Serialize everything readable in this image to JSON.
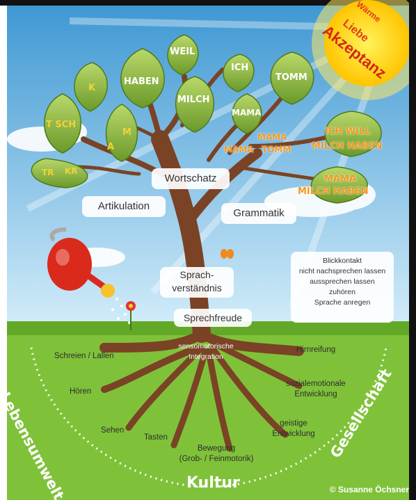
{
  "sun": {
    "lines": [
      "Wärme",
      "Liebe",
      "Akzeptanz"
    ]
  },
  "leaves": [
    {
      "text": "WEIL"
    },
    {
      "text": "ICH"
    },
    {
      "text": "TOMM"
    },
    {
      "text": "K"
    },
    {
      "text": "HABEN"
    },
    {
      "text": "MILCH"
    },
    {
      "text": "MAMA"
    },
    {
      "text": "T SCH"
    },
    {
      "text": "M"
    },
    {
      "text": "A"
    },
    {
      "text": "TR"
    },
    {
      "text": "KR"
    }
  ],
  "orange_words": [
    {
      "text": "MAMA"
    },
    {
      "text": "MAMA"
    },
    {
      "text": "TOMM"
    },
    {
      "text": "ICH WILL"
    },
    {
      "text": "MILCH HABEN"
    },
    {
      "text": "MAMA"
    },
    {
      "text": "MILCH HABEN"
    }
  ],
  "labels": {
    "wortschatz": "Wortschatz",
    "artikulation": "Artikulation",
    "grammatik": "Grammatik",
    "sprachverstaendnis_1": "Sprach-",
    "sprachverstaendnis_2": "verständnis",
    "sprechfreude": "Sprechfreude"
  },
  "tips": [
    "Blickkontakt",
    "nicht nachsprechen lassen",
    "aussprechen lassen",
    "zuhören",
    "Sprache anregen"
  ],
  "roots": {
    "sensomotorisch_1": "sensomotorische",
    "sensomotorisch_2": "Integration",
    "schreien": "Schreien / Lallen",
    "hoeren": "Hören",
    "sehen": "Sehen",
    "tasten": "Tasten",
    "bewegung_1": "Bewegung",
    "bewegung_2": "(Grob- / Feinmotorik)",
    "geistige_1": "geistige",
    "geistige_2": "Entwicklung",
    "sozial_1": "sozialemotionale",
    "sozial_2": "Entwicklung",
    "hirnreifung": "Hirnreifung"
  },
  "arc": {
    "left": "Lebensumwelt",
    "center": "Kultur",
    "right": "Gesellschaft"
  },
  "credit": "© Susanne Öchsner",
  "colors": {
    "sky_top": "#4aa3d8",
    "sky_bottom": "#cde9f7",
    "grass": "#7bbf2e",
    "leaf": "#8fb63a",
    "leaf_dark": "#5f8a1e",
    "trunk": "#7a4325",
    "orange": "#f29a1f",
    "sun": "#ffd21a"
  }
}
